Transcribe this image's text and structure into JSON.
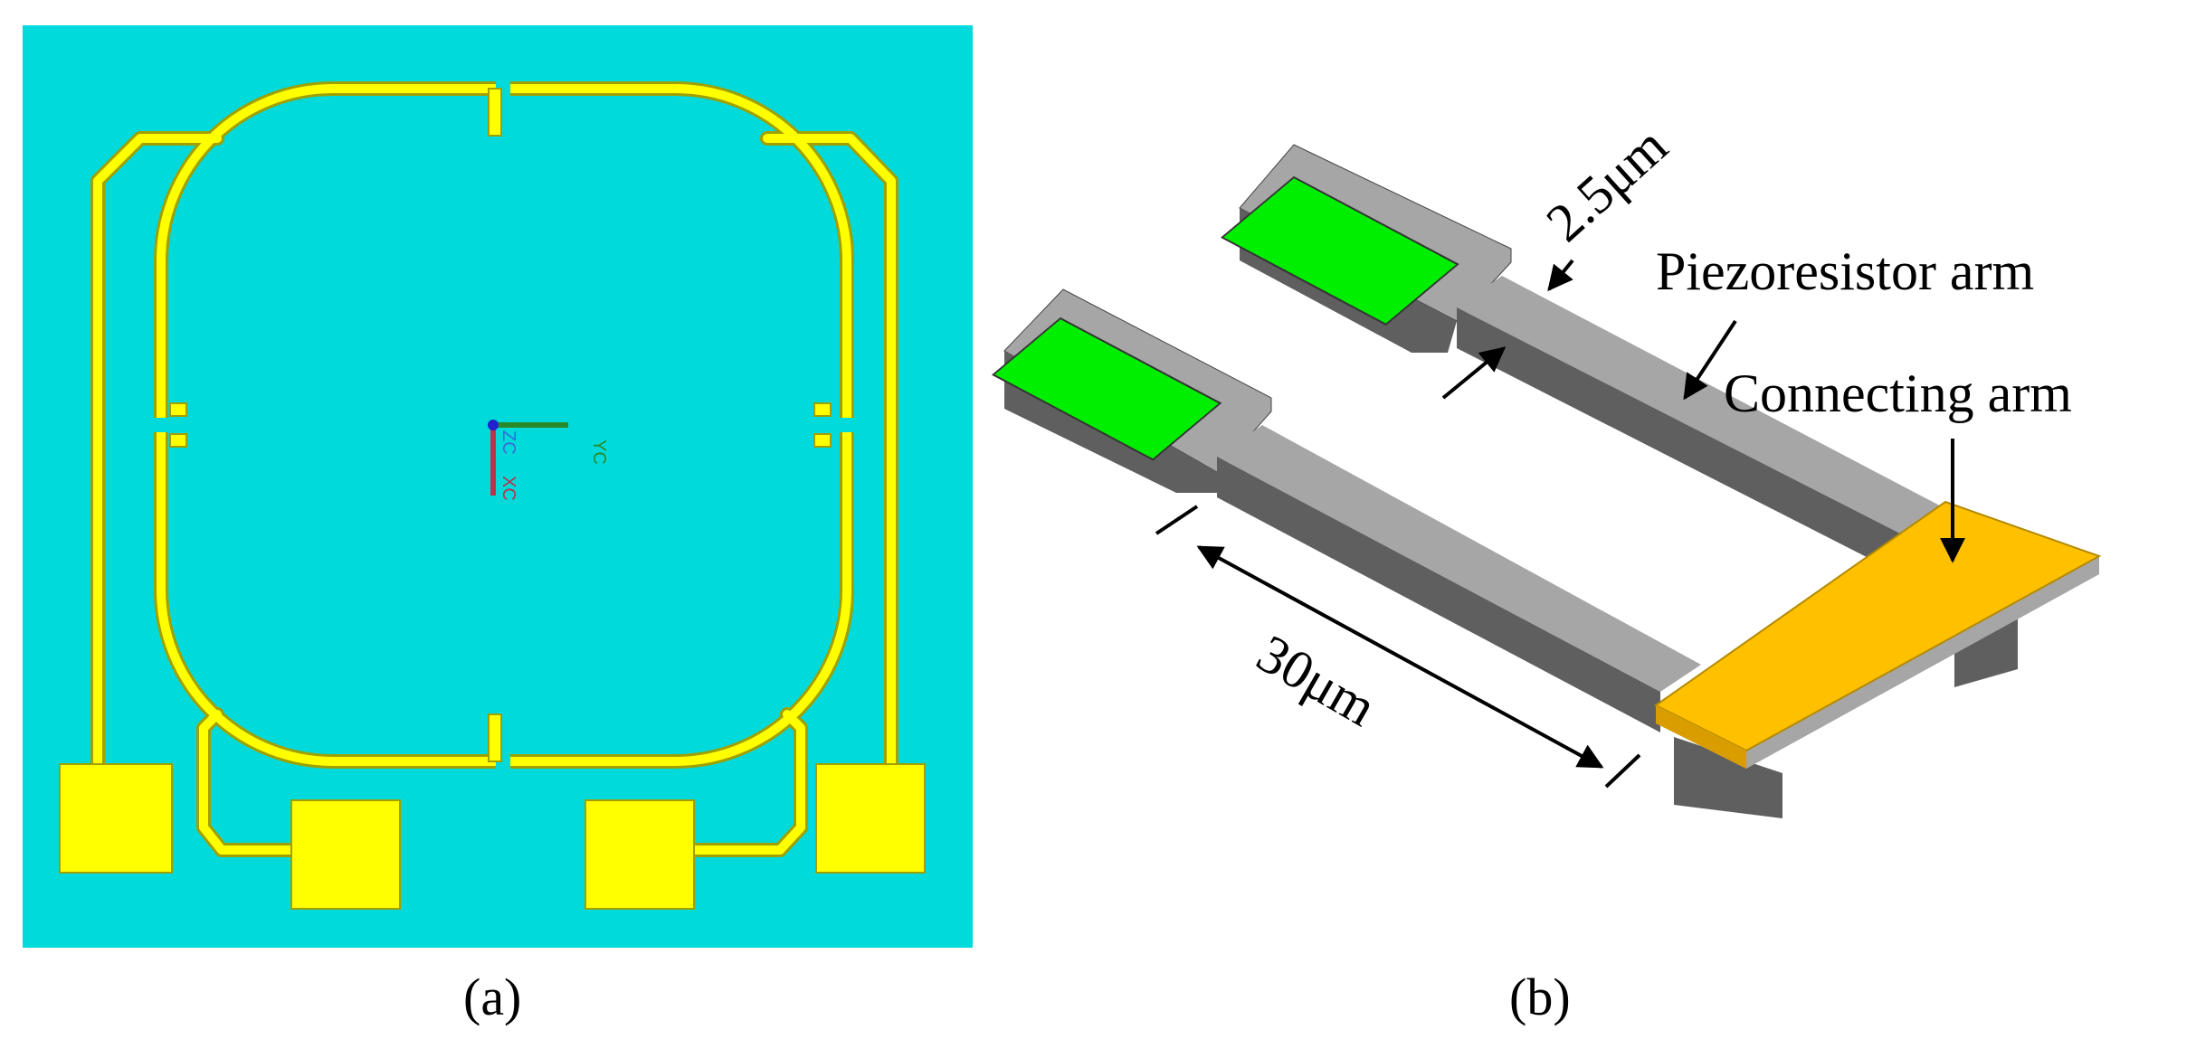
{
  "panels": [
    {
      "id": "a",
      "label": "(a)"
    },
    {
      "id": "b",
      "label": "(b)"
    }
  ],
  "panel_a": {
    "axis_labels": {
      "zc": "ZC",
      "yc": "YC",
      "xc": "XC"
    },
    "colors": {
      "background": "#00dada",
      "trace": "#ffff00",
      "trace_outline": "#a0a000"
    }
  },
  "panel_b": {
    "annotations": {
      "width_dim": "2.5μm",
      "length_dim": "30μm",
      "piezoresistor_arm": "Piezoresistor arm",
      "connecting_arm": "Connecting arm"
    },
    "colors": {
      "beam_top": "#a6a6a6",
      "beam_side": "#5f5f5f",
      "pad": "#00ee00",
      "connecting_arm": "#ffc000"
    }
  }
}
